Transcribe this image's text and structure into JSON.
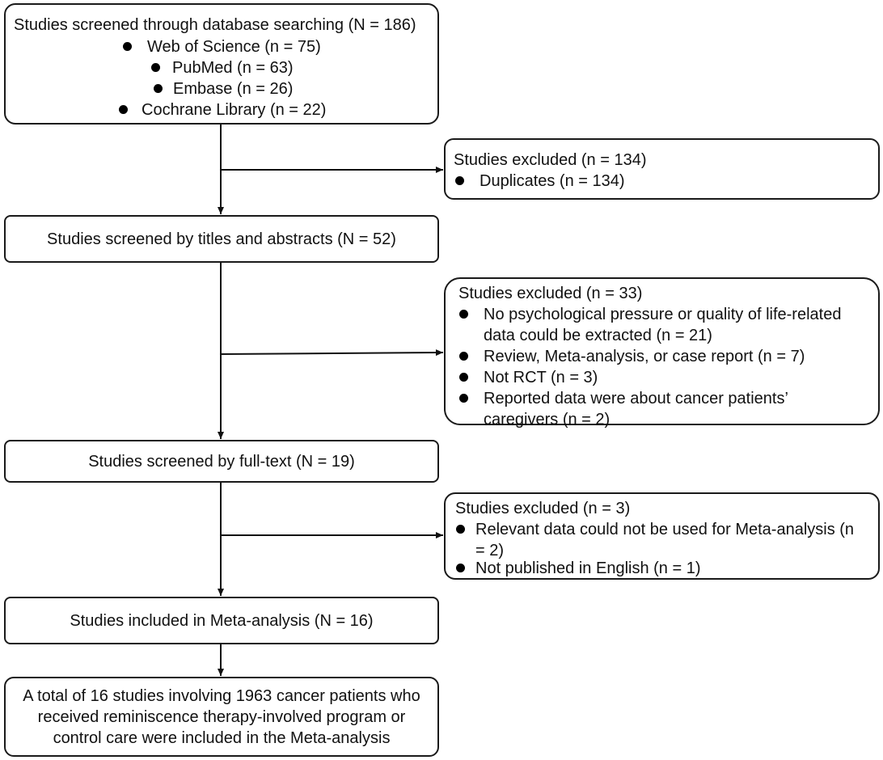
{
  "box1": {
    "title": "Studies screened through database searching (N = 186)",
    "items": [
      "Web of Science (n = 75)",
      "PubMed (n = 63)",
      "Embase (n = 26)",
      "Cochrane Library (n = 22)"
    ]
  },
  "exclude1": {
    "title": "Studies excluded (n = 134)",
    "items": [
      "Duplicates (n = 134)"
    ]
  },
  "box2": {
    "title": "Studies screened by titles and abstracts (N = 52)"
  },
  "exclude2": {
    "title": "Studies excluded (n = 33)",
    "items": [
      [
        "No psychological pressure or quality of life-related",
        "data could be extracted (n = 21)"
      ],
      [
        "Review, Meta-analysis, or case report (n = 7)"
      ],
      [
        "Not RCT (n = 3)"
      ],
      [
        "Reported data were about cancer patients’",
        "caregivers (n = 2)"
      ]
    ]
  },
  "box3": {
    "title": "Studies screened by full-text (N = 19)"
  },
  "exclude3": {
    "title": "Studies excluded (n = 3)",
    "items": [
      [
        "Relevant data could not be used for Meta-analysis (n",
        "= 2)"
      ],
      [
        "Not published in English (n = 1)"
      ]
    ]
  },
  "box4": {
    "title": "Studies included in Meta-analysis (N = 16)"
  },
  "box5": {
    "lines": [
      "A total of 16 studies involving 1963 cancer patients who",
      "received reminiscence therapy-involved program or",
      "control care were included in the Meta-analysis"
    ]
  }
}
